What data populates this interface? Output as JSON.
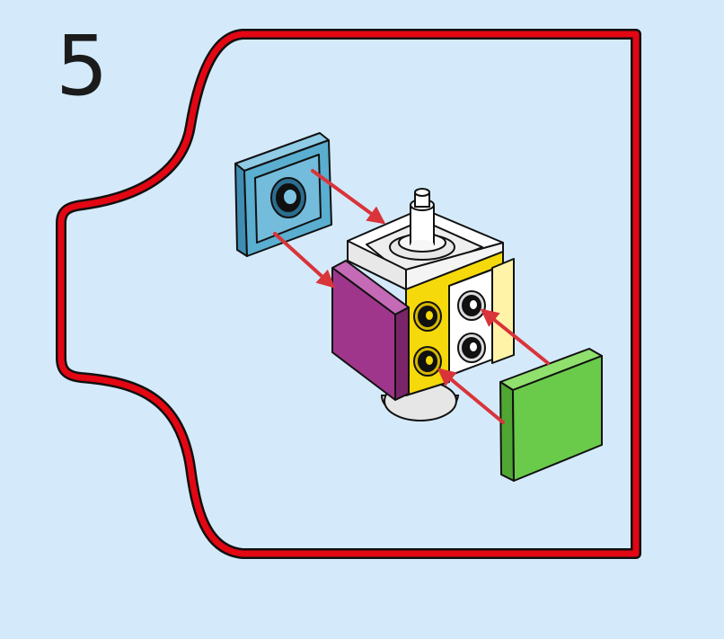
{
  "step": {
    "number": "5"
  },
  "colors": {
    "background": "#d4eafa",
    "callout_border": "#e30613",
    "arrow": "#d9343a",
    "tile_blue": "#5aaed0",
    "plate_purple": "#a0368c",
    "tile_green": "#6acb4a",
    "brick_yellow": "#f5d90a",
    "brick_white": "#ffffff"
  },
  "parts": [
    {
      "id": "blue-plate-with-stud",
      "icon": "blue-1x1-plate-icon"
    },
    {
      "id": "purple-tile",
      "icon": "purple-1x1-tile-icon"
    },
    {
      "id": "green-tile",
      "icon": "green-1x1-tile-icon"
    },
    {
      "id": "assembly",
      "icon": "brick-assembly-icon"
    }
  ]
}
